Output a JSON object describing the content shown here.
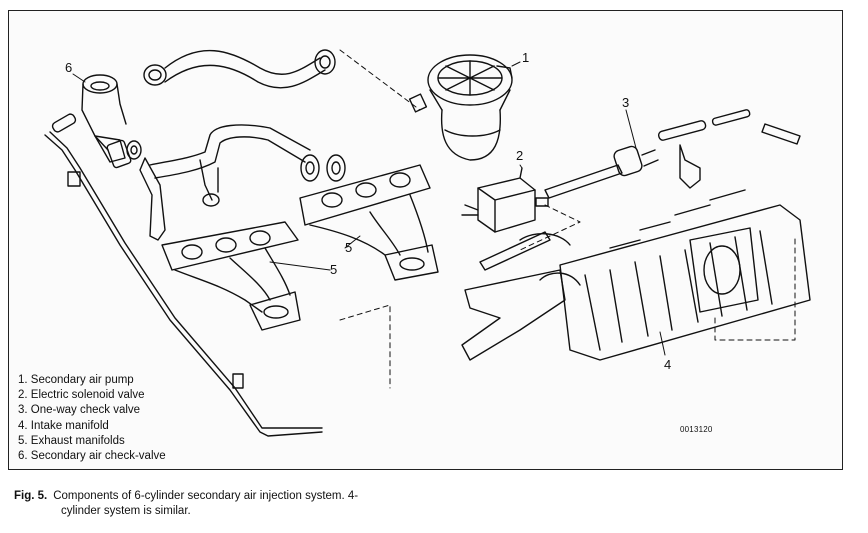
{
  "callouts": [
    "1",
    "2",
    "3",
    "4",
    "5",
    "5",
    "6"
  ],
  "legend": [
    "1. Secondary air pump",
    "2. Electric solenoid valve",
    "3. One-way check valve",
    "4. Intake manifold",
    "5. Exhaust manifolds",
    "6. Secondary air check-valve"
  ],
  "image_code": "0013120",
  "caption": {
    "fig": "Fig. 5.",
    "line1": "Components of 6-cylinder secondary air injection system. 4-",
    "line2": "cylinder system is similar."
  }
}
